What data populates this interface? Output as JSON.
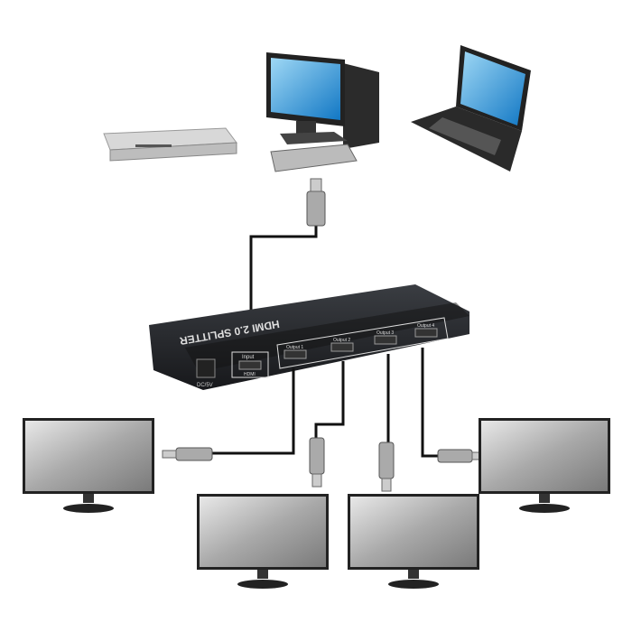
{
  "splitter": {
    "title": "HDMI 2.0 SPLITTER",
    "input_label": "Input",
    "hdmi_label": "HDMI",
    "power_label": "DC/5V",
    "outputs": [
      "Output 1",
      "Output 2",
      "Output 3",
      "Output 4"
    ]
  },
  "sources": [
    "dvd-player",
    "desktop-computer",
    "laptop"
  ],
  "displays": [
    "monitor-1",
    "monitor-2",
    "monitor-3",
    "monitor-4"
  ]
}
